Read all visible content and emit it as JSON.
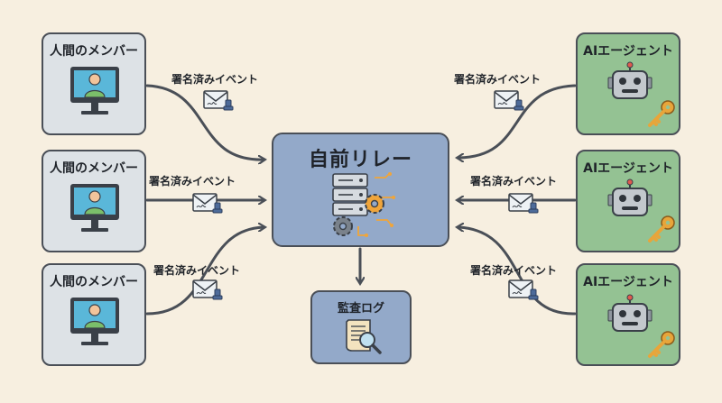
{
  "relay": {
    "title": "自前リレー"
  },
  "audit_log": {
    "title": "監査ログ"
  },
  "humans": [
    {
      "title": "人間のメンバー"
    },
    {
      "title": "人間のメンバー"
    },
    {
      "title": "人間のメンバー"
    }
  ],
  "agents": [
    {
      "title": "AIエージェント"
    },
    {
      "title": "AIエージェント"
    },
    {
      "title": "AIエージェント"
    }
  ],
  "event_labels": {
    "left": [
      "署名済みイベント",
      "署名済みイベント",
      "署名済みイベント"
    ],
    "right": [
      "署名済みイベント",
      "署名済みイベント",
      "署名済みイベント"
    ]
  },
  "colors": {
    "background": "#f7efe0",
    "human_card": "#dde2e6",
    "agent_card": "#94c293",
    "relay_card": "#93a9c9",
    "arrow": "#4a4f57",
    "key": "#e8a53a"
  },
  "icons": {
    "human": "monitor-user-icon",
    "agent": "robot-icon",
    "agent_key": "key-icon",
    "event": "signed-envelope-icon",
    "relay": "server-gears-icon",
    "audit_log": "scroll-magnifier-icon"
  }
}
